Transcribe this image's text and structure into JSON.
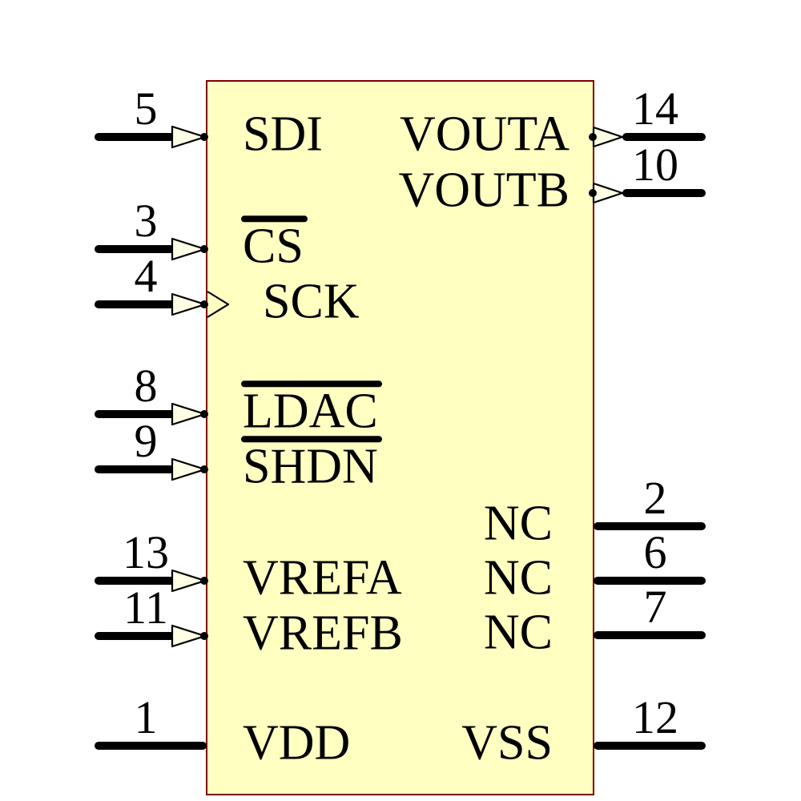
{
  "component": {
    "kind": "ic-schematic-symbol",
    "body": {
      "fill": "#FFFFC2",
      "border_color": "#800000"
    },
    "wire_color": "#000000",
    "arrow_fill": "#FFFFE6",
    "icons": {
      "input_arrow": "hollow-right-triangle",
      "output_arrow": "hollow-right-triangle",
      "clock_input": "open-right-chevron"
    },
    "pins": {
      "left": [
        {
          "number": "5",
          "label": "SDI",
          "arrow": "input",
          "overline": false
        },
        {
          "number": "3",
          "label": "CS",
          "arrow": "input",
          "overline": true
        },
        {
          "number": "4",
          "label": "SCK",
          "arrow": "input-clock",
          "overline": false
        },
        {
          "number": "8",
          "label": "LDAC",
          "arrow": "input",
          "overline": true
        },
        {
          "number": "9",
          "label": "SHDN",
          "arrow": "input",
          "overline": true
        },
        {
          "number": "13",
          "label": "VREFA",
          "arrow": "input",
          "overline": false
        },
        {
          "number": "11",
          "label": "VREFB",
          "arrow": "input",
          "overline": false
        },
        {
          "number": "1",
          "label": "VDD",
          "arrow": "none",
          "overline": false
        }
      ],
      "right": [
        {
          "number": "14",
          "label": "VOUTA",
          "arrow": "output",
          "overline": false
        },
        {
          "number": "10",
          "label": "VOUTB",
          "arrow": "output",
          "overline": false
        },
        {
          "number": "2",
          "label": "NC",
          "arrow": "none",
          "overline": false
        },
        {
          "number": "6",
          "label": "NC",
          "arrow": "none",
          "overline": false
        },
        {
          "number": "7",
          "label": "NC",
          "arrow": "none",
          "overline": false
        },
        {
          "number": "12",
          "label": "VSS",
          "arrow": "none",
          "overline": false
        }
      ]
    }
  }
}
